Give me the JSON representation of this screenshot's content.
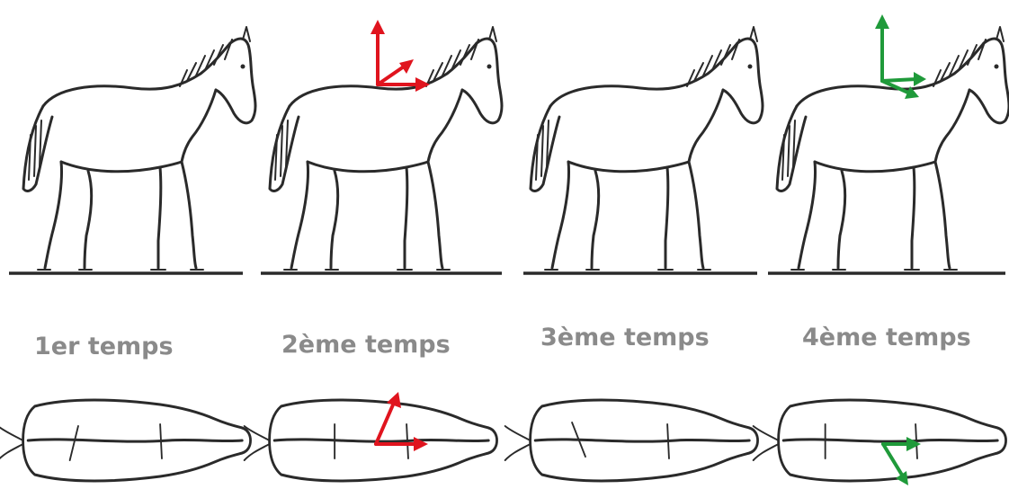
{
  "figure": {
    "captions": [
      "1er temps",
      "2ème temps",
      "3ème temps",
      "4ème temps"
    ],
    "colors": {
      "ink": "#2a2a2a",
      "caption": "#8a8a8a",
      "arrow_phase2": "#e0141e",
      "arrow_phase4": "#1f9a3a"
    },
    "arrows": [
      {
        "phase": "2ème temps",
        "color_key": "arrow_phase2",
        "views": [
          "side",
          "top"
        ]
      },
      {
        "phase": "4ème temps",
        "color_key": "arrow_phase4",
        "views": [
          "side",
          "top"
        ]
      }
    ]
  }
}
